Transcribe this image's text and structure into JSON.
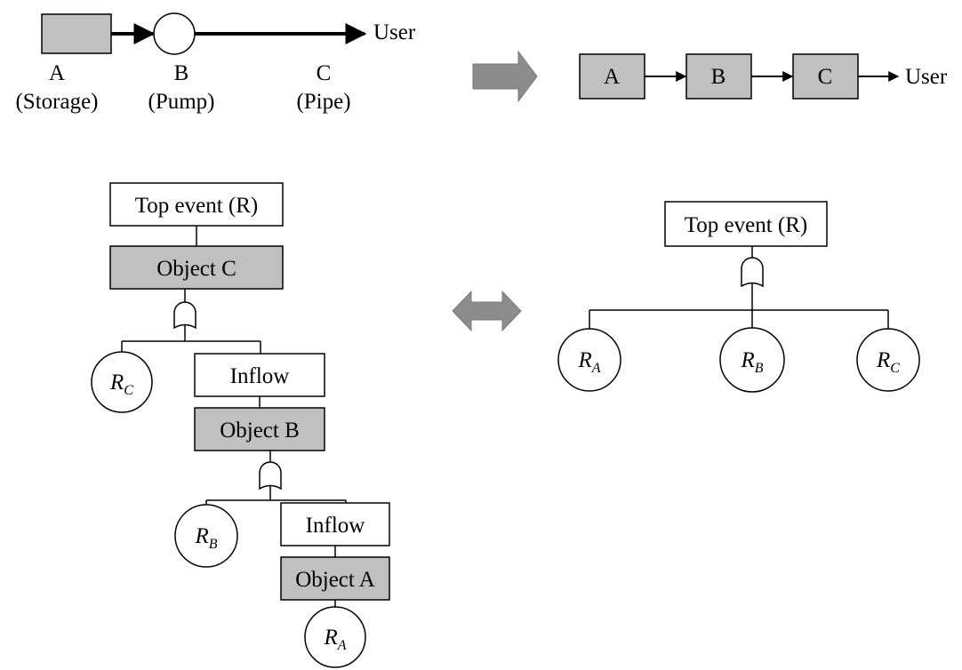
{
  "colors": {
    "shaded": "#c0c0c0",
    "stroke": "#000000",
    "big_arrow": "#8c8c8c"
  },
  "physical_system": {
    "user": "User",
    "components": [
      {
        "letter": "A",
        "role": "(Storage)"
      },
      {
        "letter": "B",
        "role": "(Pump)"
      },
      {
        "letter": "C",
        "role": "(Pipe)"
      }
    ]
  },
  "block_flow": {
    "blocks": [
      "A",
      "B",
      "C"
    ],
    "user": "User"
  },
  "fault_tree_detailed": {
    "top_event": "Top event (R)",
    "object_c": "Object C",
    "object_b": "Object B",
    "object_a": "Object A",
    "inflow": "Inflow",
    "r_c": {
      "base": "R",
      "sub": "C"
    },
    "r_b": {
      "base": "R",
      "sub": "B"
    },
    "r_a": {
      "base": "R",
      "sub": "A"
    }
  },
  "fault_tree_simple": {
    "top_event": "Top event (R)",
    "events": [
      {
        "base": "R",
        "sub": "A"
      },
      {
        "base": "R",
        "sub": "B"
      },
      {
        "base": "R",
        "sub": "C"
      }
    ]
  },
  "icons": {
    "gate": "or-gate-icon",
    "transform_arrow": "block-arrow-right-icon",
    "equivalence": "double-headed-arrow-icon"
  }
}
